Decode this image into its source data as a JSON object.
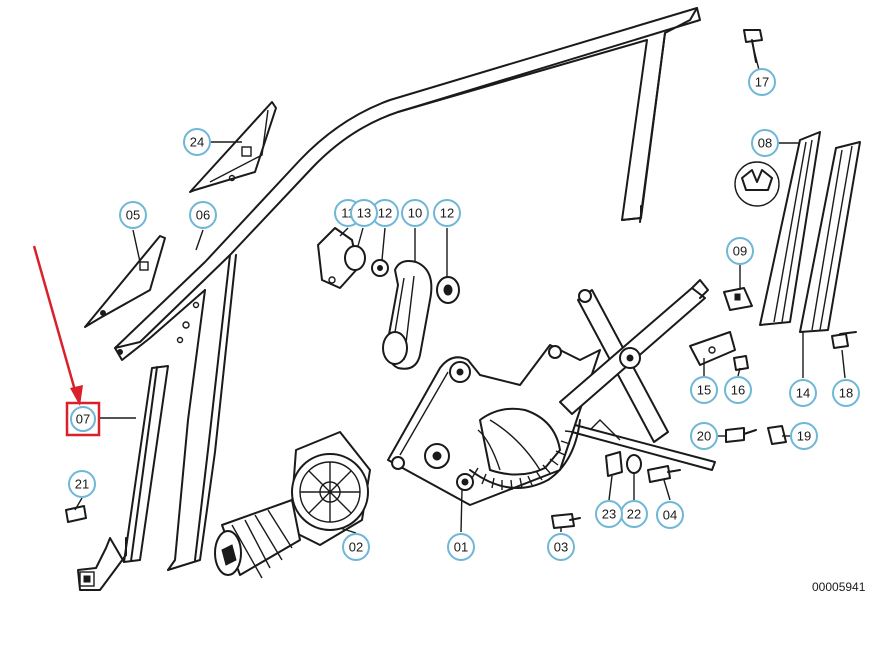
{
  "diagram": {
    "reference_number": "00005941",
    "highlighted_part": "07",
    "callouts": [
      {
        "id": "c01",
        "label": "01"
      },
      {
        "id": "c02",
        "label": "02"
      },
      {
        "id": "c03",
        "label": "03"
      },
      {
        "id": "c04",
        "label": "04"
      },
      {
        "id": "c05",
        "label": "05"
      },
      {
        "id": "c06",
        "label": "06"
      },
      {
        "id": "c07",
        "label": "07"
      },
      {
        "id": "c08",
        "label": "08"
      },
      {
        "id": "c09",
        "label": "09"
      },
      {
        "id": "c10",
        "label": "10"
      },
      {
        "id": "c11",
        "label": "11"
      },
      {
        "id": "c12a",
        "label": "12"
      },
      {
        "id": "c12b",
        "label": "12"
      },
      {
        "id": "c13",
        "label": "13"
      },
      {
        "id": "c14",
        "label": "14"
      },
      {
        "id": "c15",
        "label": "15"
      },
      {
        "id": "c16",
        "label": "16"
      },
      {
        "id": "c17",
        "label": "17"
      },
      {
        "id": "c18",
        "label": "18"
      },
      {
        "id": "c19",
        "label": "19"
      },
      {
        "id": "c20",
        "label": "20"
      },
      {
        "id": "c21",
        "label": "21"
      },
      {
        "id": "c22",
        "label": "22"
      },
      {
        "id": "c23",
        "label": "23"
      },
      {
        "id": "c24",
        "label": "24"
      }
    ],
    "colors": {
      "callout_ring": "#6fb7d6",
      "highlight": "#d9212b",
      "ink": "#1a1a1a"
    }
  }
}
